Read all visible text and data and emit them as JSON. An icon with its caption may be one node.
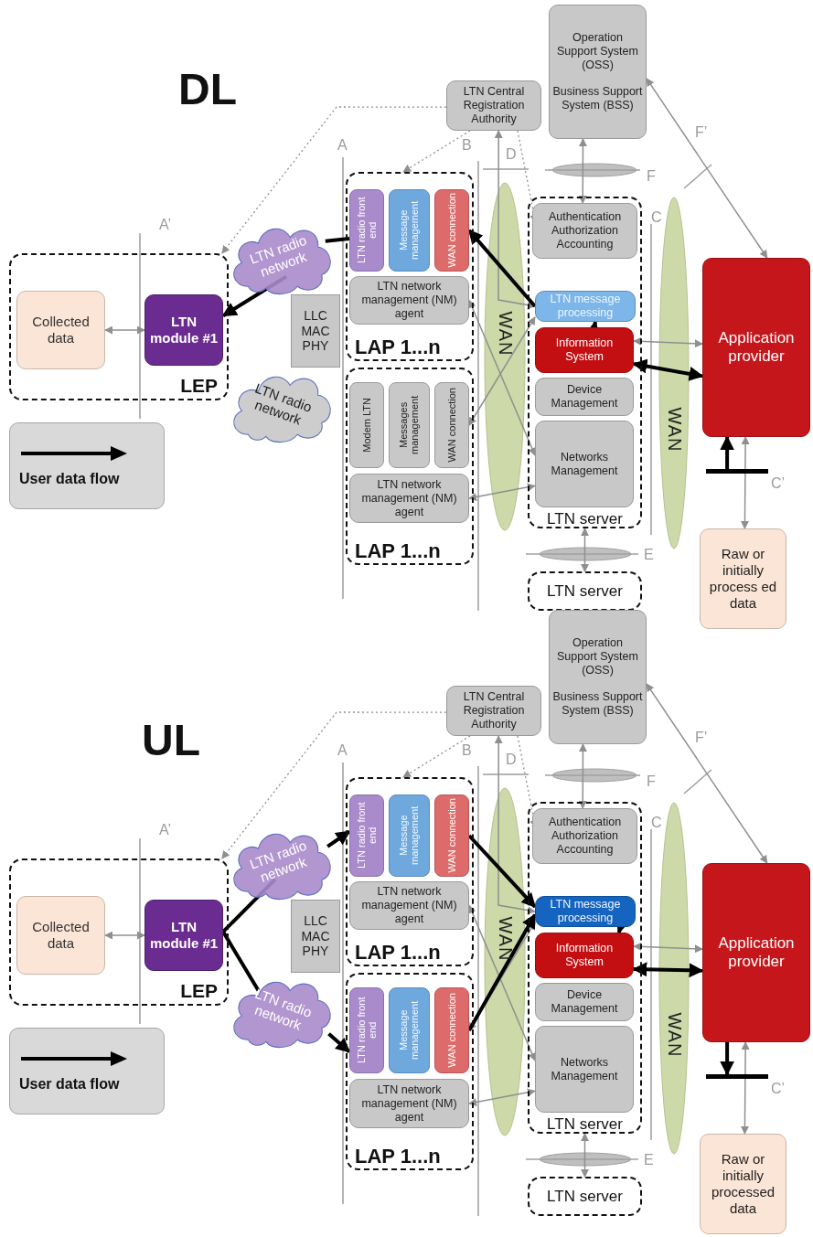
{
  "diagram": {
    "nodes": [
      {
        "text": [
          "LEP"
        ]
      },
      {
        "text": [
          "Collected data"
        ],
        "in": 0
      },
      {
        "text": [
          "LTN module #1"
        ],
        "in": 0
      },
      {
        "text": [
          "LTN radio network"
        ]
      },
      {
        "text": [
          "LTN radio network"
        ]
      },
      {
        "text": [
          "LLC MAC PHY"
        ]
      },
      {
        "text": [
          "LAP 1...n"
        ]
      },
      {
        "text": [
          "LTN radio front end"
        ],
        "in": 6
      },
      {
        "text": [
          "Message management"
        ],
        "in": 6
      },
      {
        "text": [
          "WAN connection"
        ],
        "in": 6
      },
      {
        "text": [
          "LTN network management (NM) agent"
        ],
        "in": 6
      },
      {
        "text": [
          "LAP 1...n"
        ]
      },
      {
        "text": [
          "Modem LTN"
        ],
        "in": 11
      },
      {
        "text": [
          "Messages management"
        ],
        "in": 11
      },
      {
        "text": [
          "WAN connection"
        ],
        "in": 11
      },
      {
        "text": [
          "LTN network management (NM) agent"
        ],
        "in": 11
      },
      {
        "text": [
          "LTN Central Registration Authority"
        ]
      },
      {
        "text": [
          "Operation Support System (OSS)",
          "Business Support System (BSS)"
        ]
      },
      {
        "text": [
          "LTN server"
        ]
      },
      {
        "text": [
          "Authentication Authorization Accounting"
        ],
        "in": 18
      },
      {
        "text": [
          "LTN message processing"
        ],
        "in": 18
      },
      {
        "text": [
          "Information System"
        ],
        "in": 18
      },
      {
        "text": [
          "Device Management"
        ],
        "in": 18
      },
      {
        "text": [
          "Networks Management"
        ],
        "in": 18
      },
      {
        "text": [
          "Application provider"
        ]
      },
      {
        "text": [
          "Raw or initially process ed data"
        ]
      },
      {
        "text": [
          "LTN server"
        ]
      },
      {
        "text": [],
        "shape": "bar"
      },
      {
        "text": [
          "LEP"
        ]
      },
      {
        "text": [
          "Collected data"
        ],
        "in": 28
      },
      {
        "text": [
          "LTN module #1"
        ],
        "in": 28
      },
      {
        "text": [
          "LTN radio network"
        ]
      },
      {
        "text": [
          "LTN radio network"
        ]
      },
      {
        "text": [
          "LLC MAC PHY"
        ]
      },
      {
        "text": [
          "LAP 1...n"
        ]
      },
      {
        "text": [
          "LTN radio front end"
        ],
        "in": 34
      },
      {
        "text": [
          "Message management"
        ],
        "in": 34
      },
      {
        "text": [
          "WAN connection"
        ],
        "in": 34
      },
      {
        "text": [
          "LTN network management (NM) agent"
        ],
        "in": 34
      },
      {
        "text": [
          "LAP 1...n"
        ]
      },
      {
        "text": [
          "LTN radio front end"
        ],
        "in": 39
      },
      {
        "text": [
          "Message management"
        ],
        "in": 39
      },
      {
        "text": [
          "WAN connection"
        ],
        "in": 39
      },
      {
        "text": [
          "LTN network management (NM) agent"
        ],
        "in": 39
      },
      {
        "text": [
          "LTN Central Registration Authority"
        ]
      },
      {
        "text": [
          "Operation Support System (OSS)",
          "Business Support System (BSS)"
        ]
      },
      {
        "text": [
          "LTN server"
        ]
      },
      {
        "text": [
          "Authentication Authorization Accounting"
        ],
        "in": 46
      },
      {
        "text": [
          "LTN message processing"
        ],
        "in": 46
      },
      {
        "text": [
          "Information System"
        ],
        "in": 46
      },
      {
        "text": [
          "Device Management"
        ],
        "in": 46
      },
      {
        "text": [
          "Networks Management"
        ],
        "in": 46
      },
      {
        "text": [
          "Application provider"
        ]
      },
      {
        "text": [
          "Raw or initially processed data"
        ]
      },
      {
        "text": [
          "LTN server"
        ]
      },
      {
        "text": [],
        "shape": "bar"
      }
    ],
    "edges": [
      {
        "from": 1,
        "to": 2,
        "arrow": "both"
      },
      {
        "from": 16,
        "to": 0,
        "arrow": "to",
        "style": "dashed"
      },
      {
        "from": 16,
        "to": 6,
        "arrow": "to",
        "style": "dashed"
      },
      {
        "from": 16,
        "to": 19,
        "arrow": "to",
        "style": "dashed"
      },
      {
        "from": 17,
        "to": 19,
        "arrow": "both"
      },
      {
        "from": 17,
        "to": 24,
        "arrow": "both"
      },
      {
        "from": 20,
        "to": 16,
        "arrow": "both"
      },
      {
        "from": 21,
        "to": 24,
        "arrow": "both"
      },
      {
        "from": 24,
        "to": 25,
        "arrow": "both"
      },
      {
        "from": 18,
        "to": 26,
        "arrow": "both"
      },
      {
        "from": 10,
        "to": 23,
        "arrow": "both"
      },
      {
        "from": 15,
        "to": 23,
        "arrow": "both"
      },
      {
        "from": 14,
        "to": 20,
        "arrow": "both"
      },
      {
        "from": 27,
        "to": 24,
        "arrow": "to",
        "style": "thick",
        "color": "#000000"
      },
      {
        "from": 24,
        "to": 21,
        "arrow": "both",
        "style": "thick",
        "color": "#000000"
      },
      {
        "from": 21,
        "to": 20,
        "arrow": "to",
        "style": "thick",
        "color": "#000000"
      },
      {
        "from": 20,
        "to": 9,
        "arrow": "to",
        "style": "thick",
        "color": "#000000"
      },
      {
        "from": 7,
        "to": 3,
        "arrow": "none",
        "style": "thick",
        "color": "#000000"
      },
      {
        "from": 3,
        "to": 2,
        "arrow": "to",
        "style": "thick",
        "color": "#000000"
      },
      {
        "from": 29,
        "to": 30,
        "arrow": "both"
      },
      {
        "from": 44,
        "to": 28,
        "arrow": "to",
        "style": "dashed"
      },
      {
        "from": 44,
        "to": 34,
        "arrow": "to",
        "style": "dashed"
      },
      {
        "from": 44,
        "to": 47,
        "arrow": "to",
        "style": "dashed"
      },
      {
        "from": 45,
        "to": 47,
        "arrow": "both"
      },
      {
        "from": 45,
        "to": 52,
        "arrow": "both"
      },
      {
        "from": 48,
        "to": 44,
        "arrow": "both"
      },
      {
        "from": 49,
        "to": 52,
        "arrow": "both"
      },
      {
        "from": 52,
        "to": 53,
        "arrow": "both"
      },
      {
        "from": 46,
        "to": 54,
        "arrow": "both"
      },
      {
        "from": 38,
        "to": 51,
        "arrow": "both"
      },
      {
        "from": 43,
        "to": 51,
        "arrow": "both"
      },
      {
        "from": 42,
        "to": 48,
        "arrow": "both"
      },
      {
        "from": 30,
        "to": 31,
        "arrow": "none",
        "style": "thick",
        "color": "#000000"
      },
      {
        "from": 31,
        "to": 35,
        "arrow": "to",
        "style": "thick",
        "color": "#000000"
      },
      {
        "from": 30,
        "to": 32,
        "arrow": "none",
        "style": "thick",
        "color": "#000000"
      },
      {
        "from": 32,
        "to": 40,
        "arrow": "to",
        "style": "thick",
        "color": "#000000"
      },
      {
        "from": 37,
        "to": 48,
        "arrow": "to",
        "style": "thick",
        "color": "#000000"
      },
      {
        "from": 42,
        "to": 48,
        "arrow": "to",
        "style": "thick",
        "color": "#000000"
      },
      {
        "from": 48,
        "to": 49,
        "arrow": "to",
        "style": "thick",
        "color": "#000000"
      },
      {
        "from": 49,
        "to": 52,
        "arrow": "both",
        "style": "thick",
        "color": "#000000"
      },
      {
        "from": 52,
        "to": 55,
        "arrow": "to",
        "style": "thick",
        "color": "#000000"
      }
    ],
    "labels": [
      "DL",
      "A’",
      "A",
      "B",
      "D",
      "F",
      "F’",
      "C",
      "C’",
      "E",
      "WAN",
      "WAN",
      "UL",
      "A’",
      "A",
      "B",
      "D",
      "F",
      "F’",
      "C",
      "C’",
      "E",
      "WAN",
      "WAN"
    ],
    "legend": [
      {
        "text": "User data flow"
      },
      {
        "text": "User data flow"
      }
    ]
  }
}
